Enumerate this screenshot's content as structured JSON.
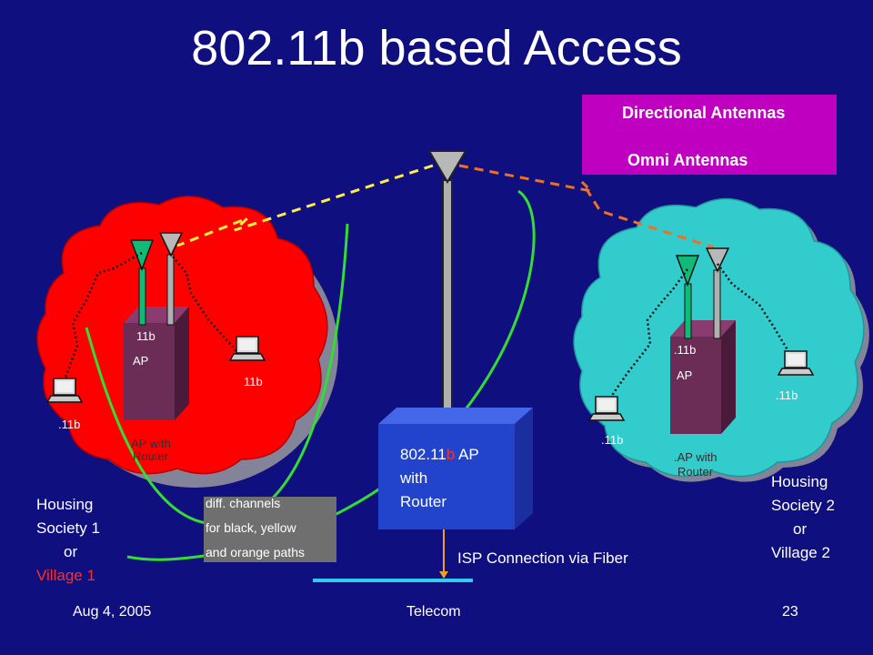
{
  "title": "802.11b based Access",
  "legend": {
    "directional": "Directional Antennas",
    "omni": "Omni Antennas"
  },
  "society1": {
    "ap_line1": "11b",
    "ap_line2": "AP",
    "ap_with": "AP with",
    "router": "Router",
    "laptop_right": "11b",
    "laptop_left": ".11b",
    "name_line1": "Housing",
    "name_line2": "Society 1",
    "name_line3": "or",
    "name_line4": "Village 1"
  },
  "society2": {
    "ap_line1": ".11b",
    "ap_line2": "AP",
    "ap_with": ".AP with",
    "router": "Router",
    "laptop_right": ".11b",
    "laptop_left": ".11b",
    "name_line1": "Housing",
    "name_line2": "Society 2",
    "name_line3": "or",
    "name_line4": "Village 2"
  },
  "central": {
    "line1_a": "802.11",
    "line1_b": "b",
    "line1_c": " AP",
    "line2": "with",
    "line3": "Router"
  },
  "note": {
    "line1": "diff. channels",
    "line2": "for black, yellow",
    "line3": "and orange paths"
  },
  "isp": "ISP Connection via Fiber",
  "footer": {
    "date": "Aug 4, 2005",
    "center": "Telecom",
    "page": "23"
  },
  "colors": {
    "background": "#0f0f80",
    "cloud1": "#ff0000",
    "cloud2": "#33cccc",
    "legend": "#c000c0",
    "router_box": "#2244cc",
    "ap_box": "#6b2c55",
    "yellow_path": "#ffee44",
    "orange_path": "#f07020",
    "green_path": "#33dd33",
    "fiber": "#33ccee"
  }
}
